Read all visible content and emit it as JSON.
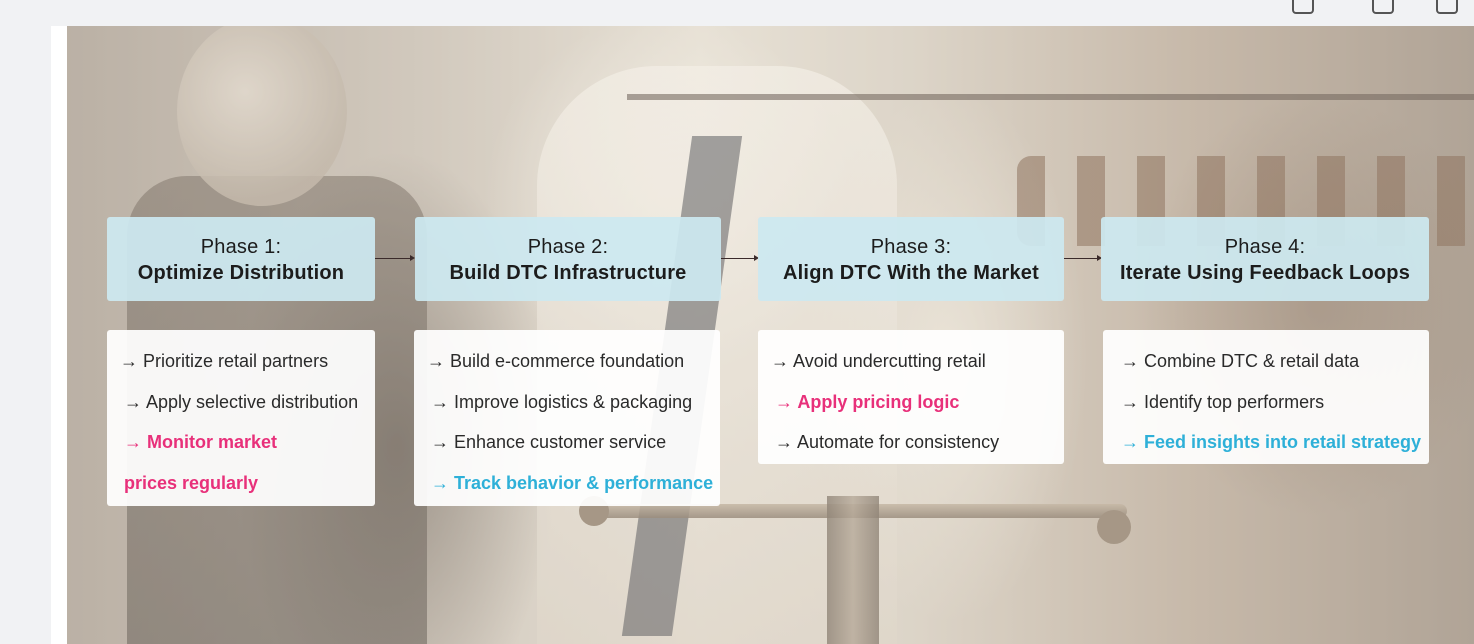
{
  "phases": [
    {
      "number": "Phase 1:",
      "title": "Optimize Distribution",
      "items": [
        {
          "text": "→ Prioritize retail partners",
          "style": "normal"
        },
        {
          "text": "→ Apply selective distribution",
          "style": "normal"
        },
        {
          "text": "→ Monitor market prices regularly",
          "style": "pink"
        }
      ]
    },
    {
      "number": "Phase 2:",
      "title": "Build DTC Infrastructure",
      "items": [
        {
          "text": "→ Build e-commerce foundation",
          "style": "normal"
        },
        {
          "text": "→ Improve logistics & packaging",
          "style": "normal"
        },
        {
          "text": "→ Enhance customer service",
          "style": "normal"
        },
        {
          "text": "→ Track behavior & performance",
          "style": "cyan"
        }
      ]
    },
    {
      "number": "Phase 3:",
      "title": "Align DTC With the Market",
      "items": [
        {
          "text": "→ Avoid undercutting retail",
          "style": "normal"
        },
        {
          "text": "→ Apply pricing logic",
          "style": "pink"
        },
        {
          "text": "→ Automate for consistency",
          "style": "normal"
        }
      ]
    },
    {
      "number": "Phase 4:",
      "title": "Iterate Using Feedback Loops",
      "items": [
        {
          "text": "→ Combine DTC & retail data",
          "style": "normal"
        },
        {
          "text": "→ Identify top performers",
          "style": "normal"
        },
        {
          "text": "→ Feed insights into retail strategy",
          "style": "cyan"
        }
      ]
    }
  ],
  "colors": {
    "header_bg": "#cce8f0",
    "highlight_pink": "#e8307a",
    "highlight_cyan": "#2eb0d8"
  },
  "background_image": "retail-clothing-mannequins-photo"
}
